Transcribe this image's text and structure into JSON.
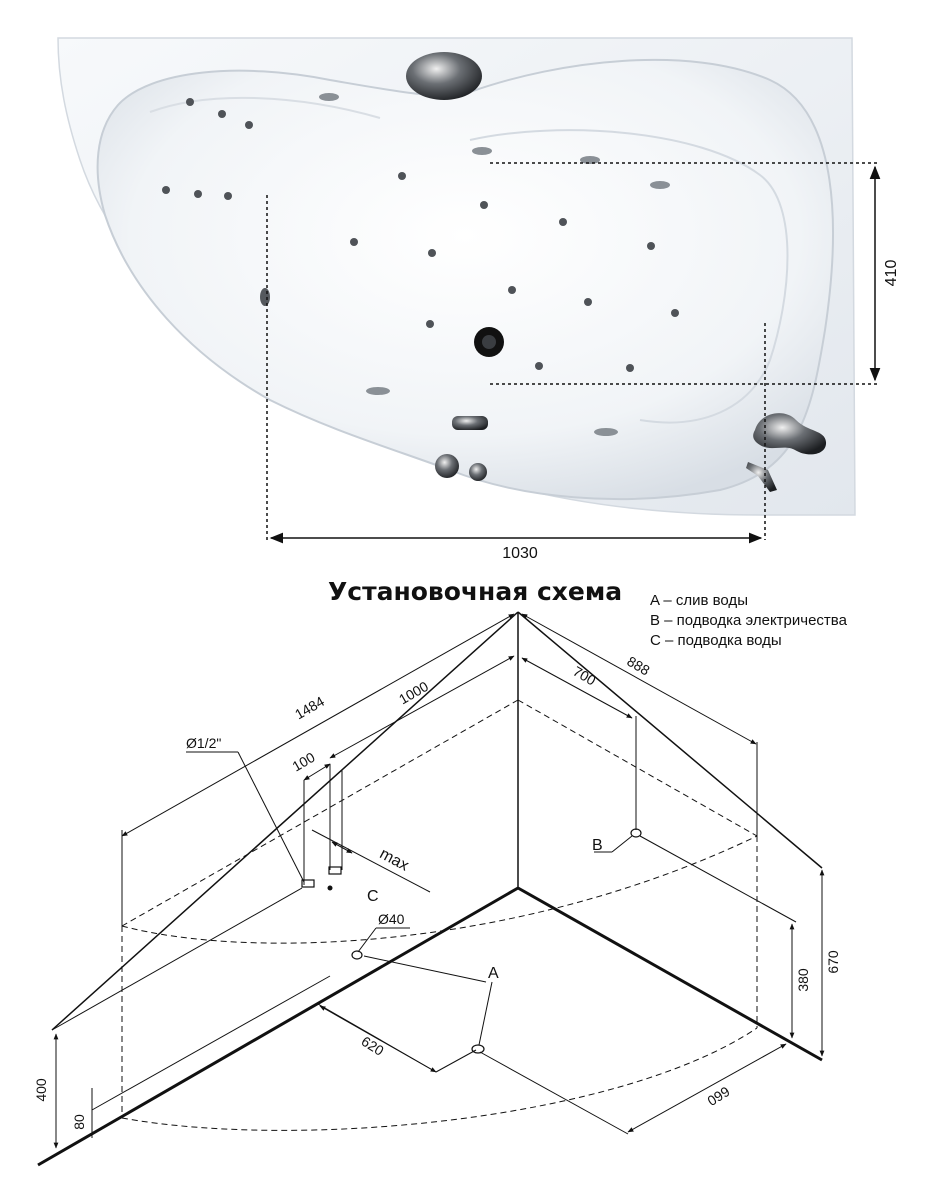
{
  "top_view": {
    "dim_width": "1030",
    "dim_height": "410"
  },
  "schema": {
    "title": "Установочная схема",
    "legend": [
      "A – слив воды",
      "B – подводка электричества",
      "C – подводка воды"
    ],
    "dims": {
      "d1484": "1484",
      "d1000": "1000",
      "d100": "100",
      "d700": "700",
      "d888": "888",
      "d620": "620",
      "d660": "660",
      "d670": "670",
      "d380": "380",
      "d400": "400",
      "d80": "80",
      "pipe": "Ø1/2\"",
      "drain_d": "Ø40",
      "max": "max"
    },
    "labels": {
      "a": "A",
      "b": "B",
      "c": "C"
    }
  }
}
